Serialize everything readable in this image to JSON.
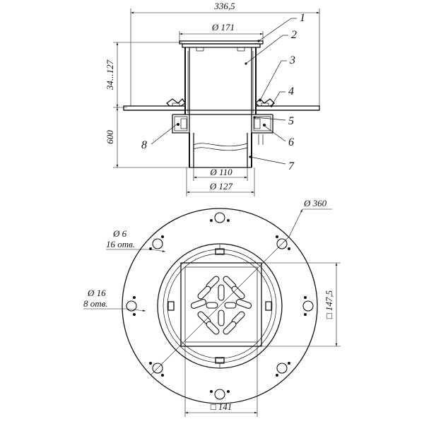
{
  "top_view": {
    "overall_width": "336,5",
    "flange_diameter": "Ø 171",
    "height_range": "34...127",
    "total_height": "600",
    "pipe_inner_diameter": "Ø 110",
    "pipe_outer_diameter": "Ø 127",
    "callouts": [
      "1",
      "2",
      "3",
      "4",
      "5",
      "6",
      "7",
      "8"
    ]
  },
  "plan_view": {
    "outer_diameter": "Ø 360",
    "small_hole_diameter": "Ø 6",
    "small_hole_count": "16 отв.",
    "large_hole_diameter": "Ø 16",
    "large_hole_count": "8 отв.",
    "grate_side": "□ 147,5",
    "frame_side": "□ 141"
  }
}
